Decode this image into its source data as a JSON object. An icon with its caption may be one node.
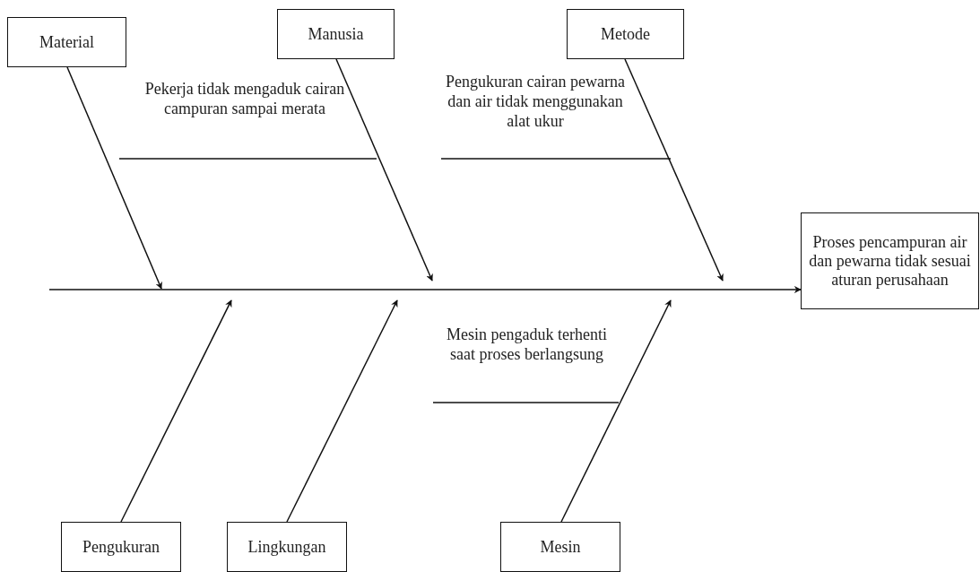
{
  "diagram": {
    "nodes": [
      {
        "text": [
          "Material"
        ]
      },
      {
        "text": [
          "Manusia"
        ]
      },
      {
        "text": [
          "Metode"
        ]
      },
      {
        "text": [
          "Pekerja tidak mengaduk cairan campuran sampai merata"
        ]
      },
      {
        "text": [
          "Pengukuran cairan pewarna dan air tidak menggunakan alat ukur"
        ]
      },
      {
        "text": [
          "Proses pencampuran air dan pewarna tidak sesuai aturan perusahaan"
        ]
      },
      {
        "text": [
          "Mesin pengaduk terhenti saat proses berlangsung"
        ]
      },
      {
        "text": [
          "Pengukuran"
        ]
      },
      {
        "text": [
          "Lingkungan"
        ]
      },
      {
        "text": [
          "Mesin"
        ]
      }
    ],
    "edges": [
      {
        "from": null,
        "to": 5,
        "arrow": "to"
      },
      {
        "from": 0,
        "to": null,
        "arrow": "to"
      },
      {
        "from": 1,
        "to": null,
        "arrow": "to"
      },
      {
        "from": 2,
        "to": null,
        "arrow": "to"
      },
      {
        "from": 7,
        "to": null,
        "arrow": "to"
      },
      {
        "from": 8,
        "to": null,
        "arrow": "to"
      },
      {
        "from": 9,
        "to": null,
        "arrow": "to"
      },
      {
        "from": 3,
        "to": null,
        "arrow": "none"
      },
      {
        "from": 4,
        "to": null,
        "arrow": "none"
      },
      {
        "from": 6,
        "to": null,
        "arrow": "none"
      }
    ]
  }
}
